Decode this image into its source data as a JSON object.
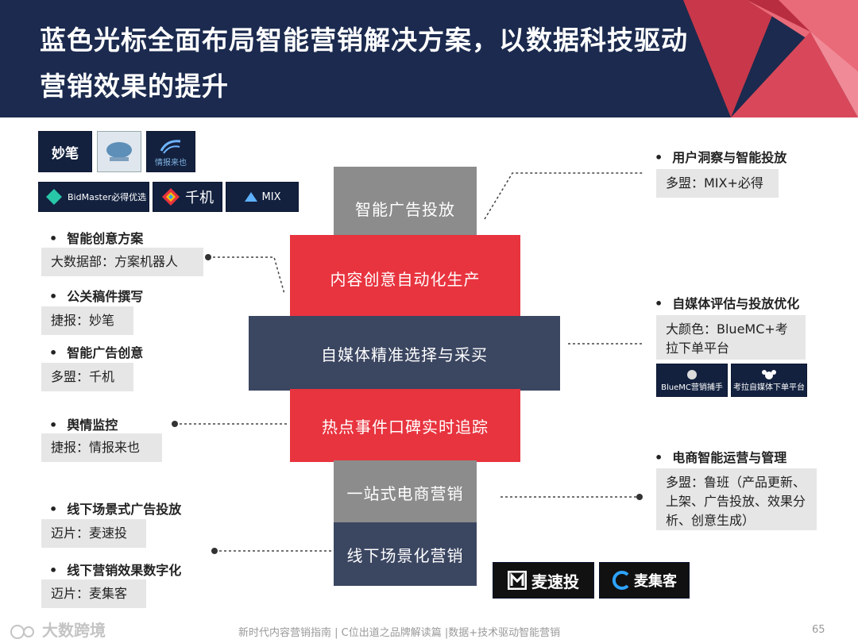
{
  "header": {
    "title": "蓝色光标全面布局智能营销解决方案，以数据科技驱动营销效果的提升"
  },
  "logos": {
    "miaobi": "妙笔",
    "qingbao": "情报来也",
    "bidmaster": "BidMaster必得优选",
    "qianji": "千机",
    "mix": "MIX",
    "maisutou": "麦速投",
    "maijike": "麦集客",
    "bluemc": "BlueMC营销捕手",
    "kaola": "考拉自媒体下单平台"
  },
  "tower": {
    "level1": "智能广告投放",
    "level2": "内容创意自动化生产",
    "level3": "自媒体精准选择与采买",
    "level4": "热点事件口碑实时追踪",
    "level5": "一站式电商营销",
    "level6": "线下场景化营销"
  },
  "left": [
    {
      "heading": "智能创意方案",
      "detail": "大数据部：方案机器人"
    },
    {
      "heading": "公关稿件撰写",
      "detail": "捷报：妙笔"
    },
    {
      "heading": "智能广告创意",
      "detail": "多盟：千机"
    },
    {
      "heading": "舆情监控",
      "detail": "捷报：情报来也"
    },
    {
      "heading": "线下场景式广告投放",
      "detail": "迈片：麦速投"
    },
    {
      "heading": "线下营销效果数字化",
      "detail": "迈片：麦集客"
    }
  ],
  "right": [
    {
      "heading": "用户洞察与智能投放",
      "detail": "多盟：MIX+必得"
    },
    {
      "heading": "自媒体评估与投放优化",
      "detail": "大颜色：BlueMC+考拉下单平台"
    },
    {
      "heading": "电商智能运营与管理",
      "detail": "多盟：鲁班（产品更新、上架、广告投放、效果分析、创意生成）"
    }
  ],
  "footer": {
    "text": "新时代内容营销指南 | C位出道之品牌解读篇 |数据+技术驱动智能营销",
    "page": "65"
  },
  "watermark": {
    "brand": "大数跨境"
  }
}
